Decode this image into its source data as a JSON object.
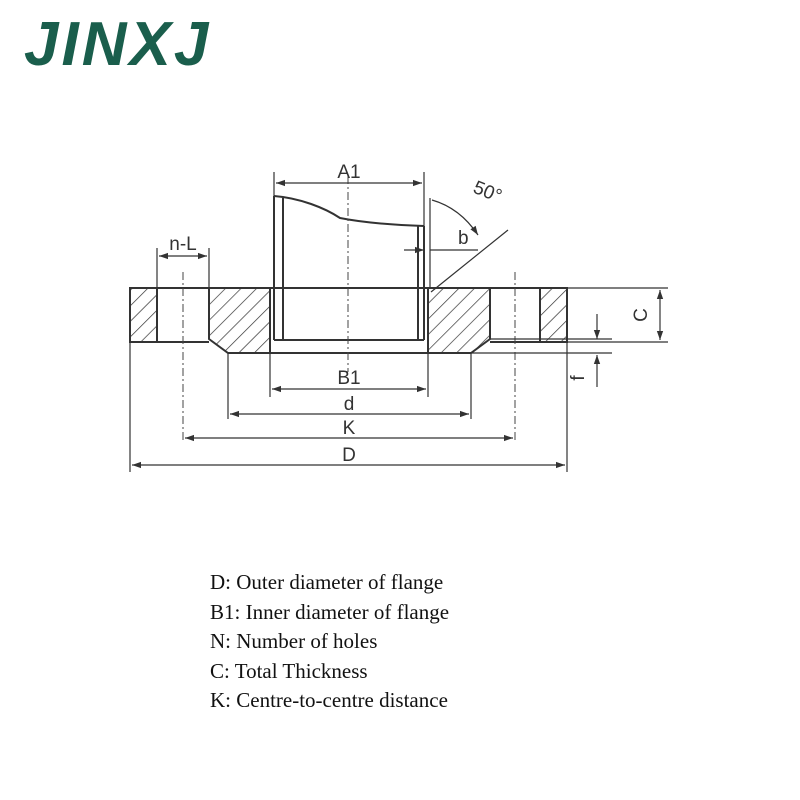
{
  "brand": {
    "name": "JINXJ",
    "color": "#1a5e4c"
  },
  "labels": {
    "A1": "A1",
    "angle": "50°",
    "b": "b",
    "nL": "n-L",
    "C": "C",
    "f": "f",
    "B1": "B1",
    "d": "d",
    "K": "K",
    "D": "D"
  },
  "legend": [
    "D: Outer diameter of flange",
    "B1: Inner diameter of flange",
    "N: Number of holes",
    "C: Total Thickness",
    "K: Centre-to-centre distance"
  ]
}
